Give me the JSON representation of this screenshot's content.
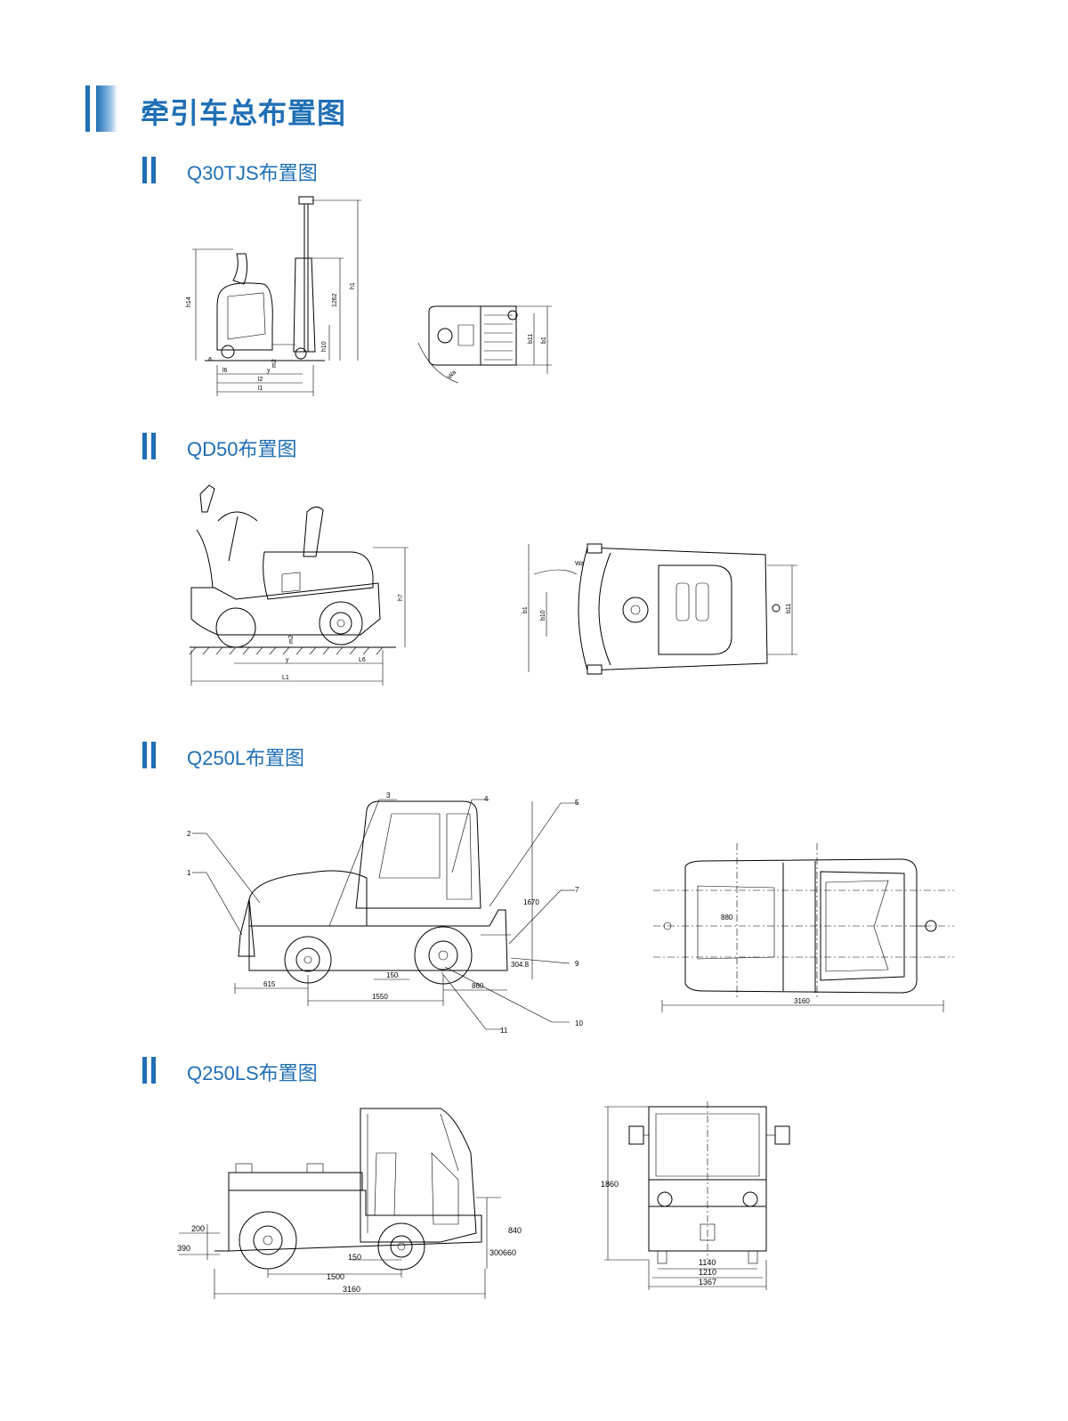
{
  "header": {
    "title": "牵引车总布置图"
  },
  "sections": [
    {
      "title": "Q30TJS布置图",
      "side_labels": [
        "h14",
        "h1",
        "1262",
        "h10",
        "m2",
        "a",
        "l6",
        "y",
        "l2",
        "l1"
      ],
      "top_labels": [
        "b11",
        "b1",
        "Wa"
      ]
    },
    {
      "title": "QD50布置图",
      "side_labels": [
        "h7",
        "m2",
        "y",
        "L6",
        "L1"
      ],
      "top_labels": [
        "Wa",
        "b1",
        "b10",
        "b11"
      ]
    },
    {
      "title": "Q250L布置图",
      "callouts": [
        "1",
        "2",
        "3",
        "4",
        "5",
        "7",
        "9",
        "10",
        "11"
      ],
      "dims": [
        "1670",
        "304.8",
        "615",
        "150",
        "860",
        "1550",
        "880",
        "3160"
      ]
    },
    {
      "title": "Q250LS布置图",
      "dims": [
        "200",
        "390",
        "150",
        "1500",
        "3160",
        "840",
        "300",
        "660",
        "1860",
        "1140",
        "1210",
        "1367"
      ]
    }
  ]
}
